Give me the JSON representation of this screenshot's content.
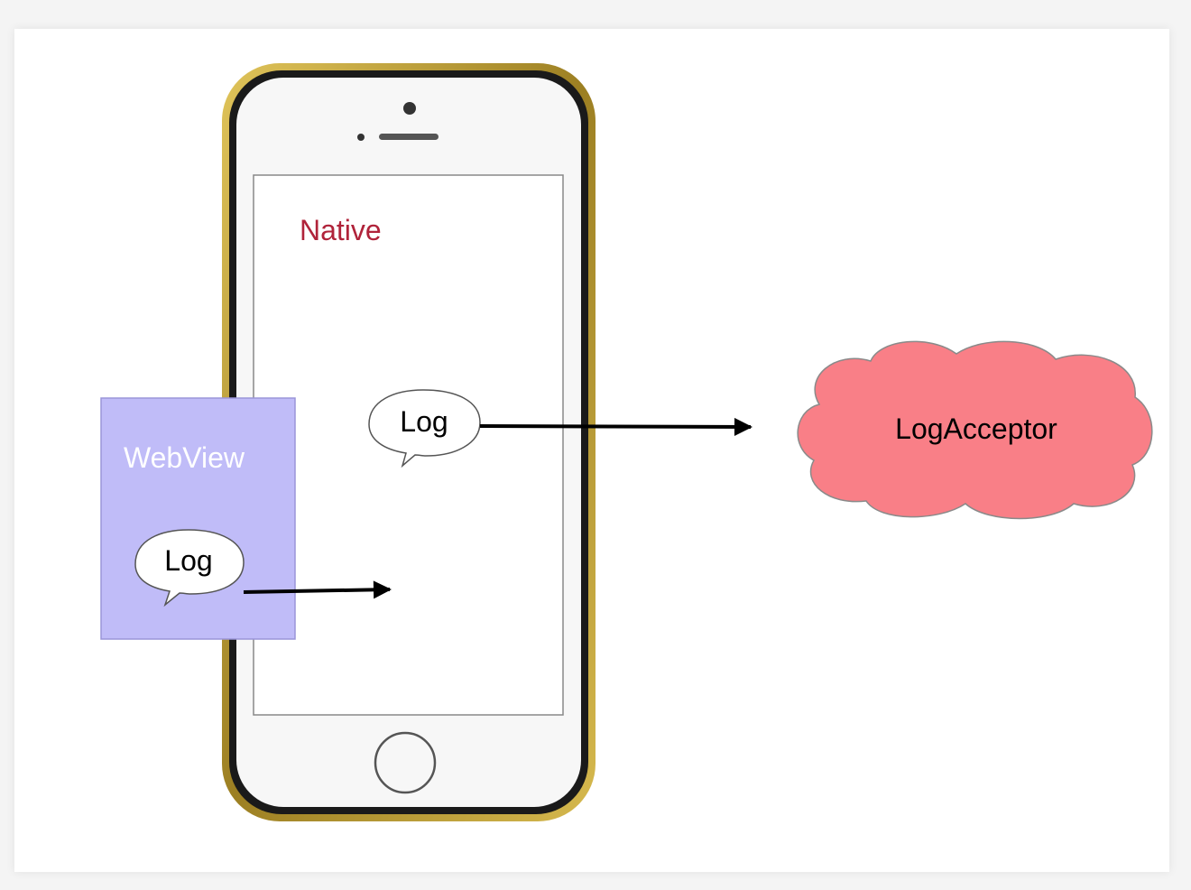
{
  "diagram": {
    "native_label": "Native",
    "webview_label": "WebView",
    "webview_log_label": "Log",
    "native_log_label": "Log",
    "cloud_label": "LogAcceptor",
    "colors": {
      "native_text": "#b0233a",
      "webview_fill": "#c0bcf8",
      "webview_text": "#ffffff",
      "cloud_fill": "#f97f87",
      "phone_frame": "#c9a93a",
      "arrow": "#000000"
    },
    "icons": {
      "phone": "smartphone-icon",
      "home_button": "home-button-icon",
      "cloud": "cloud-icon"
    }
  }
}
